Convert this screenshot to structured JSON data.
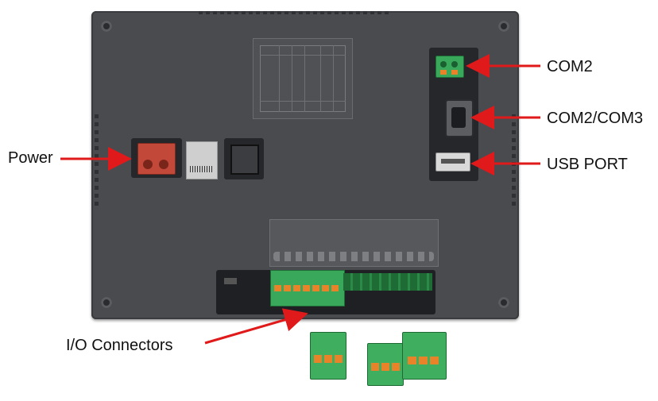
{
  "labels": {
    "power": "Power",
    "com2": "COM2",
    "com2_com3": "COM2/COM3",
    "usb_port": "USB PORT",
    "io_connectors": "I/O Connectors"
  },
  "colors": {
    "arrow": "#e01a1a",
    "panel": "#4a4b4f",
    "terminal_green": "#3aa85a",
    "power_connector": "#c2493a"
  }
}
